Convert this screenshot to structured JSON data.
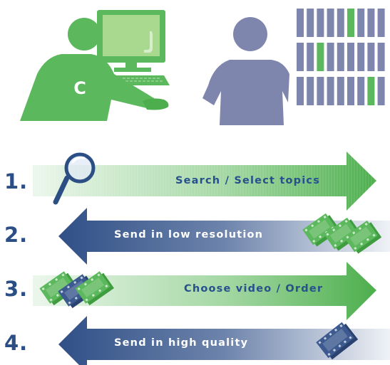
{
  "diagram": {
    "brand_letter": "C",
    "colors": {
      "green": "#5cb85c",
      "green_dark": "#3f9c3f",
      "navy": "#3c5a8f",
      "slate": "#7f86ad",
      "label_on_green": "#27508c",
      "label_on_navy": "#ffffff"
    },
    "steps": [
      {
        "number": "1.",
        "label": "Search / Select topics",
        "direction": "right"
      },
      {
        "number": "2.",
        "label": "Send in low resolution",
        "direction": "left"
      },
      {
        "number": "3.",
        "label": "Choose video / Order",
        "direction": "right"
      },
      {
        "number": "4.",
        "label": "Send in high quality",
        "direction": "left"
      }
    ]
  }
}
